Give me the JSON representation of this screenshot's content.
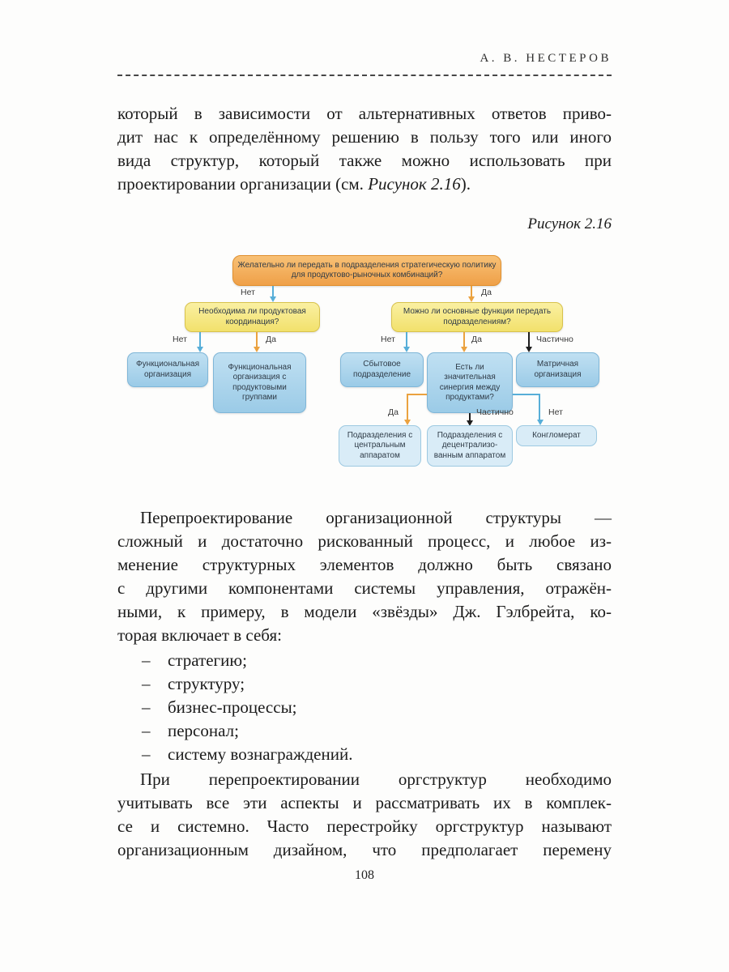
{
  "page": {
    "running_head": "А. В. НЕСТЕРОВ",
    "figure_caption": "Рисунок 2.16",
    "page_number": "108"
  },
  "p1": {
    "lines": [
      "который в зависимости от альтернативных ответов приво-",
      "дит нас к определённому решению в пользу того или иного",
      "вида структур, который также можно использовать при"
    ],
    "last_prefix": "проектировании организации (см. ",
    "last_italic": "Рисунок 2.16",
    "last_suffix": ")."
  },
  "p2": {
    "lines": [
      "Перепроектирование организационной структуры —",
      "сложный и достаточно рискованный процесс, и любое из-",
      "менение структурных элементов должно быть связано",
      "с другими компонентами системы управления, отражён-",
      "ными, к примеру, в модели «звёзды» Дж. Гэлбрейта, ко-",
      "торая включает в себя:"
    ]
  },
  "list": {
    "marker": "–",
    "items": [
      "стратегию;",
      "структуру;",
      "бизнес-процессы;",
      "персонал;",
      "систему вознаграждений."
    ]
  },
  "p3": {
    "lines": [
      "При перепроектировании оргструктур необходимо",
      "учитывать все эти аспекты и рассматривать их в комплек-",
      "се и системно. Часто перестройку оргструктур называют",
      "организационным дизайном, что предполагает перемену"
    ]
  },
  "diagram": {
    "root_question": "Желательно ли передать в подразделения стратегическую политику для продуктово-рыночных комбинаций?",
    "q_product_coordination": "Необходима ли продуктовая координация?",
    "q_delegate_functions": "Можно ли основные функции передать подразделениям?",
    "q_synergy": "Есть ли значительная синергия между продуктами?",
    "box_functional_org": "Функциональная организация",
    "box_functional_org_groups": "Функциональная организация с продуктовыми группами",
    "box_sales_division": "Сбытовое подразделение",
    "box_matrix_org": "Матричная организация",
    "box_central_apparatus": "Подразделения с центральным аппаратом",
    "box_decentral_apparatus": "Подразделения с децентрализо-ванным аппаратом",
    "box_conglomerate": "Конгломерат",
    "labels": {
      "no": "Нет",
      "yes": "Да",
      "partially": "Частично"
    },
    "colors": {
      "question_root": "#EFA048",
      "question": "#F2E16C",
      "result": "#9BCBE7",
      "result_pale": "#D9ECF7",
      "arrow_no": "#57AED8",
      "arrow_yes": "#EBA23F",
      "arrow_partially": "#1E1E1E"
    }
  }
}
